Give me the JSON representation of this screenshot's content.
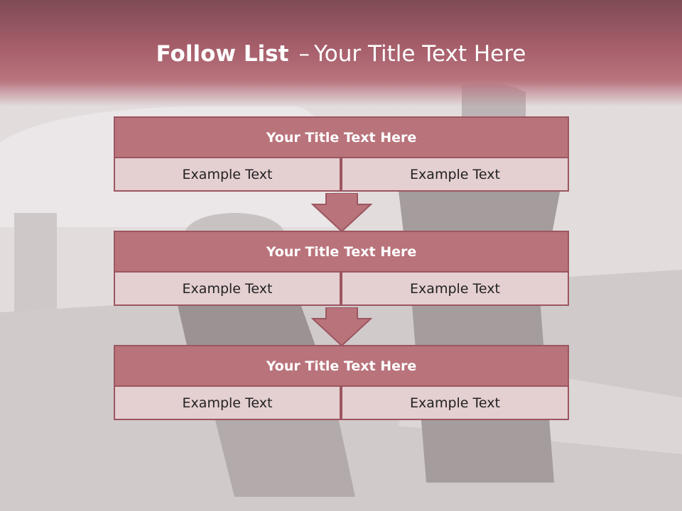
{
  "title": {
    "bold": "Follow List",
    "separator": "–",
    "regular": "Your Title Text Here"
  },
  "blocks": [
    {
      "heading": "Your Title Text Here",
      "left": "Example Text",
      "right": "Example Text"
    },
    {
      "heading": "Your Title Text Here",
      "left": "Example Text",
      "right": "Example Text"
    },
    {
      "heading": "Your Title Text Here",
      "left": "Example Text",
      "right": "Example Text"
    }
  ],
  "colors": {
    "header": "#a65f6b",
    "title_cell": "#b9737b",
    "body_cell": "#e4cfd1",
    "border": "#9c5660",
    "arrow": "#b9737b"
  }
}
